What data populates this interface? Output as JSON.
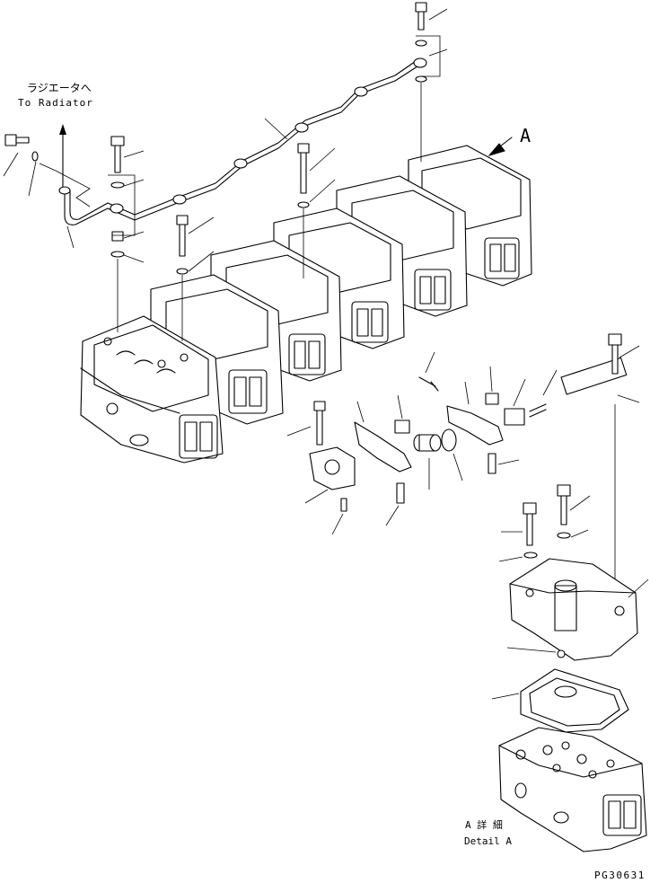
{
  "labels": {
    "radiator_jp": "ラジエータへ",
    "radiator_en": "To Radiator",
    "view_marker": "A",
    "detail_jp": "A 詳 細",
    "detail_en": "Detail A",
    "drawing_code": "PG30631"
  },
  "icons": {
    "view_arrow": "arrow-down-left-icon"
  }
}
